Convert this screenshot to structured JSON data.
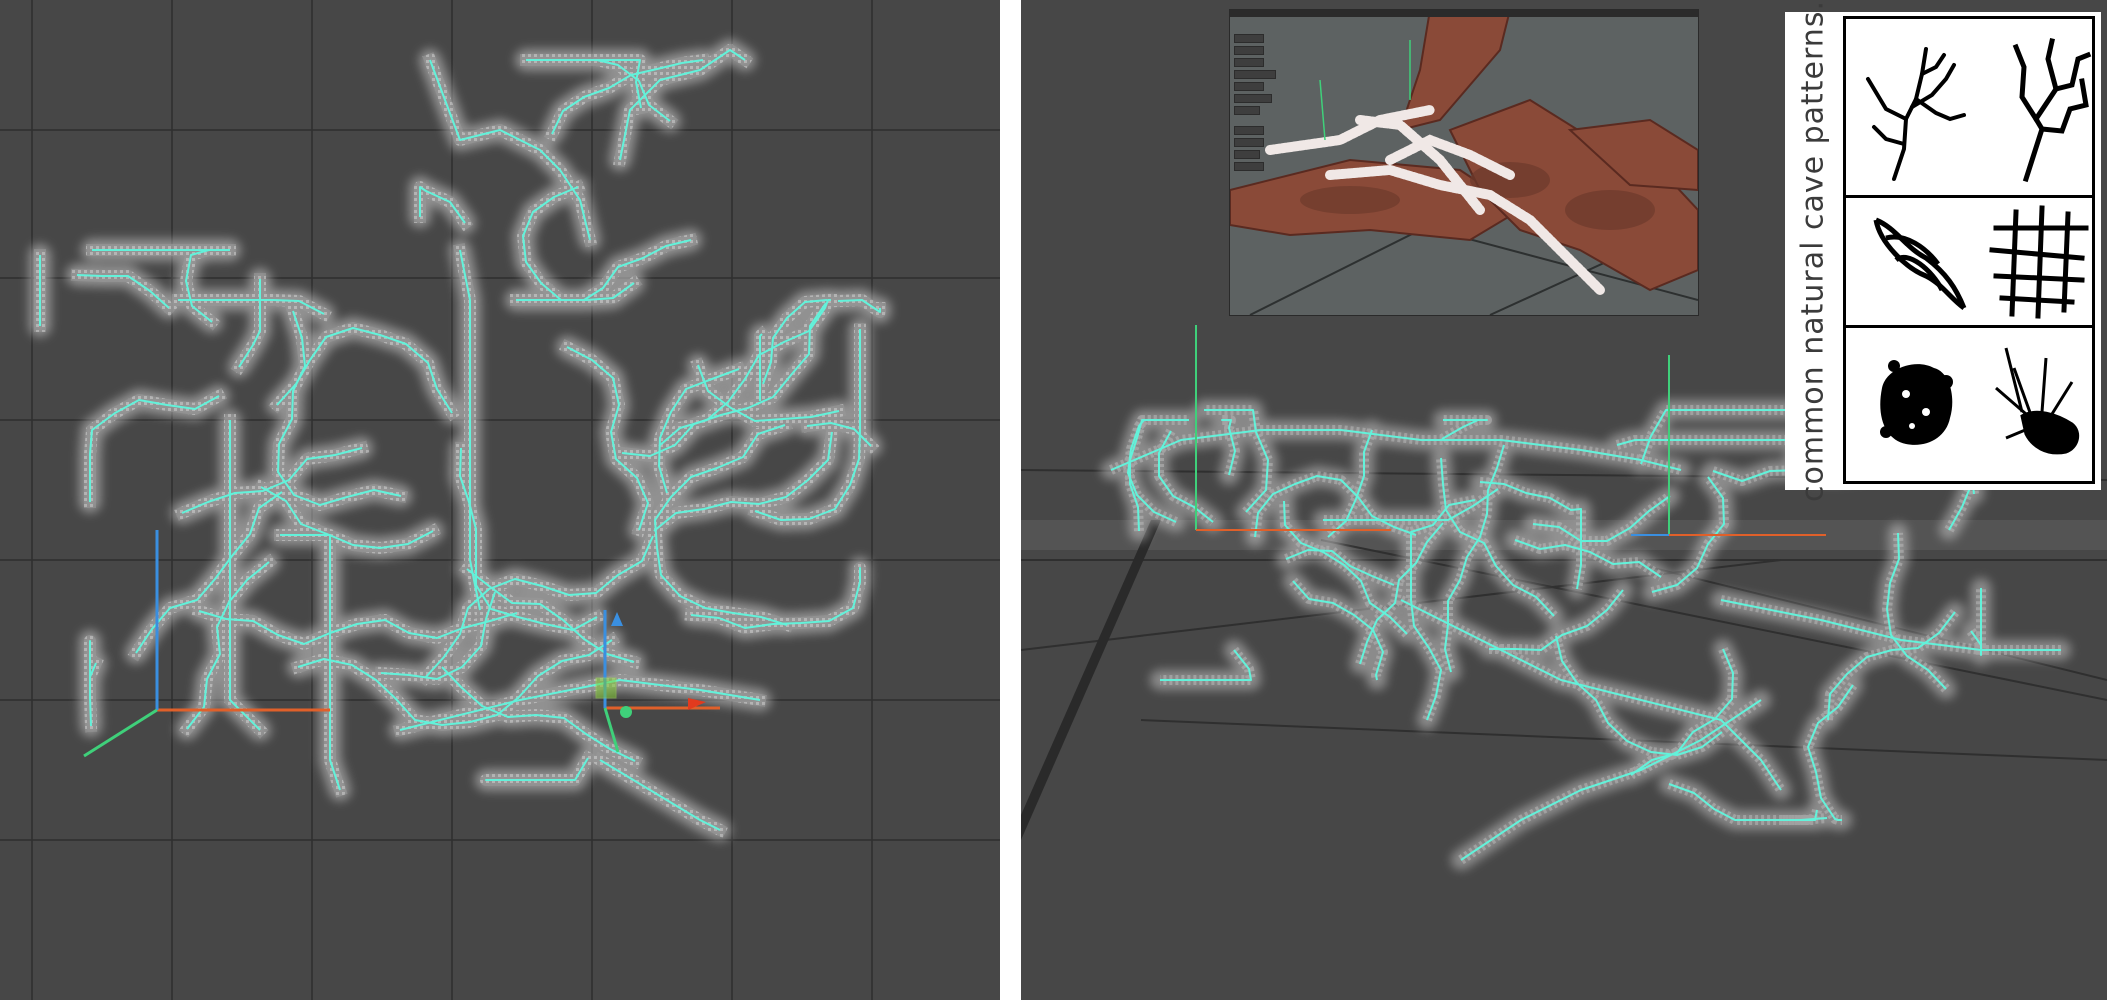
{
  "panels": [
    {
      "name": "left-viewport",
      "description_free": true
    },
    {
      "name": "right-viewport"
    }
  ],
  "inset": {
    "title": "",
    "header": "",
    "buttons": [
      "",
      "",
      "",
      "",
      "",
      "",
      ""
    ],
    "buttons_lower": [
      "",
      "",
      "",
      ""
    ],
    "footer": ""
  },
  "patterns_panel": {
    "caption": "common natural cave patterns."
  },
  "colors": {
    "viewport_bg": "#474747",
    "grid_line": "#2d2d2d",
    "cave_line": "#5ff0d8",
    "cave_glow": "#d8d8d8",
    "axis_x": "#e0602a",
    "axis_y": "#3fd07a",
    "axis_z": "#3a8fe0",
    "inset_rock": "#8a4a38"
  }
}
